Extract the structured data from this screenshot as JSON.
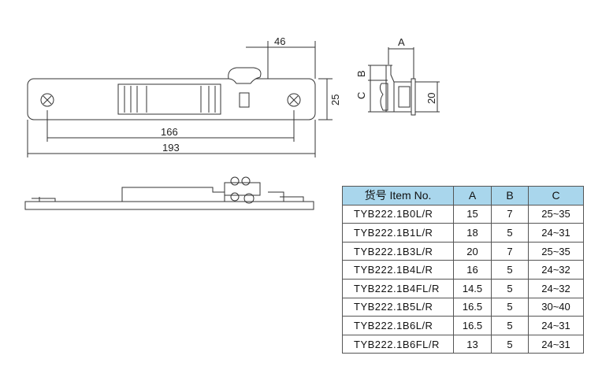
{
  "drawing": {
    "dimensions": {
      "handle_offset": "46",
      "plate_height": "25",
      "screw_spacing": "166",
      "plate_length": "193",
      "end_height": "20"
    },
    "end_view_labels": {
      "a": "A",
      "b": "B",
      "c": "C"
    }
  },
  "table": {
    "headers": [
      "货号 Item No.",
      "A",
      "B",
      "C"
    ],
    "rows": [
      [
        "TYB222.1B0L/R",
        "15",
        "7",
        "25~35"
      ],
      [
        "TYB222.1B1L/R",
        "18",
        "5",
        "24~31"
      ],
      [
        "TYB222.1B3L/R",
        "20",
        "7",
        "25~35"
      ],
      [
        "TYB222.1B4L/R",
        "16",
        "5",
        "24~32"
      ],
      [
        "TYB222.1B4FL/R",
        "14.5",
        "5",
        "24~32"
      ],
      [
        "TYB222.1B5L/R",
        "16.5",
        "5",
        "30~40"
      ],
      [
        "TYB222.1B6L/R",
        "16.5",
        "5",
        "24~31"
      ],
      [
        "TYB222.1B6FL/R",
        "13",
        "5",
        "24~31"
      ]
    ]
  }
}
